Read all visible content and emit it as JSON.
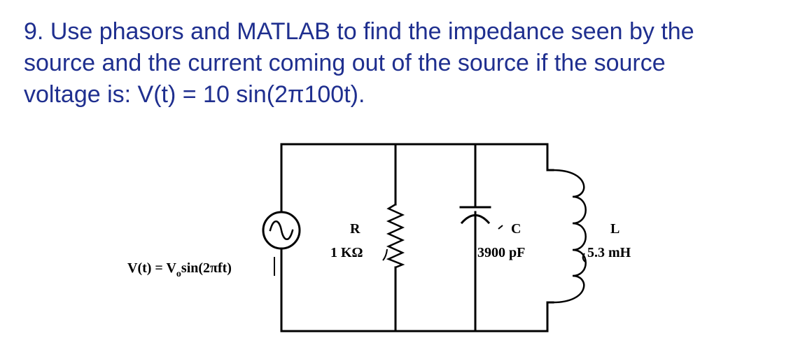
{
  "question": {
    "number": "9.",
    "line1": "Use phasors and MATLAB to find the impedance seen by the",
    "line2": "source and the current coming out of the source if the source",
    "line3": "voltage is: V(t) = 10 sin(2π100t)."
  },
  "circuit": {
    "source_label": "V(t) = V",
    "source_sub": "o",
    "source_rest": "sin(2πft)",
    "resistor_name": "R",
    "resistor_value": "1 KΩ",
    "capacitor_name": "C",
    "capacitor_value": "3900 pF",
    "inductor_name": "L",
    "inductor_value": "5.3 mH"
  },
  "colors": {
    "question_text": "#1f2f8f",
    "circuit": "#000000"
  }
}
